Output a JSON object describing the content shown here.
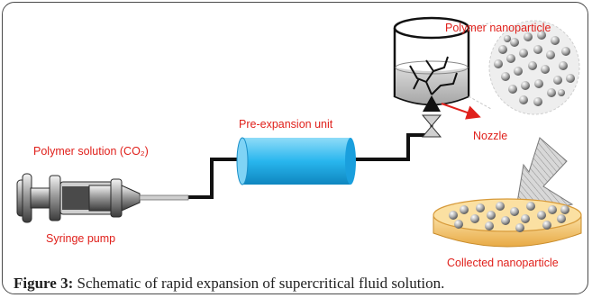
{
  "diagram": {
    "labels": {
      "polymer_solution": "Polymer solution (CO₂)",
      "syringe_pump": "Syringe pump",
      "pre_expansion_unit": "Pre-expansion unit",
      "polymer_nanoparticle": "Polymer nanoparticle",
      "nozzle": "Nozzle",
      "collected_nanoparticle": "Collected nanoparticle"
    },
    "colors": {
      "label_red": "#e0201b",
      "pre_expansion_cylinder": "#29b6ee",
      "tubing": "#111111",
      "collection_dish": "#f5c774",
      "arrow_gray": "#bcbcbc"
    },
    "icons": [
      "syringe-icon",
      "pre-expansion-cylinder-icon",
      "valve-icon",
      "expansion-vessel-icon",
      "nozzle-icon",
      "particle-cloud-icon",
      "downward-arrow-icon",
      "collection-dish-icon"
    ]
  },
  "caption": {
    "label": "Figure 3:",
    "text": " Schematic of rapid expansion of supercritical fluid solution."
  }
}
